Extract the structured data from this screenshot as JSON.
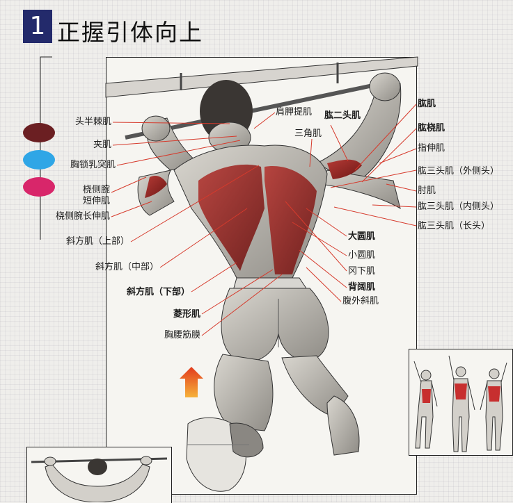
{
  "header": {
    "number": "1",
    "title": "正握引体向上"
  },
  "legend": {
    "colors": [
      "#6b1f22",
      "#2fa6e6",
      "#d8266a"
    ]
  },
  "labels_left": {
    "trapezius_upper_neck": "头半棘肌",
    "splenius": "夹肌",
    "sternocleidomastoid": "胸锁乳突肌",
    "ecrb_line1": "桡侧腕",
    "ecrb_line2": "短伸肌",
    "ecrl": "桡侧腕长伸肌",
    "trap_upper": "斜方肌（上部）",
    "trap_middle": "斜方肌（中部）",
    "trap_lower": "斜方肌（下部）",
    "rhomboid": "菱形肌",
    "thoracolumbar": "胸腰筋膜"
  },
  "labels_right": {
    "levator_scapulae": "肩胛提肌",
    "biceps": "肱二头肌",
    "deltoid": "三角肌",
    "brachialis": "肱肌",
    "brachioradialis": "肱桡肌",
    "finger_extensor": "指伸肌",
    "triceps_lateral": "肱三头肌（外侧头）",
    "elbow": "肘肌",
    "triceps_medial": "肱三头肌（内侧头）",
    "triceps_long": "肱三头肌（长头）",
    "teres_major": "大圆肌",
    "teres_minor": "小圆肌",
    "infraspinatus": "冈下肌",
    "latissimus": "背阔肌",
    "external_oblique": "腹外斜肌"
  }
}
